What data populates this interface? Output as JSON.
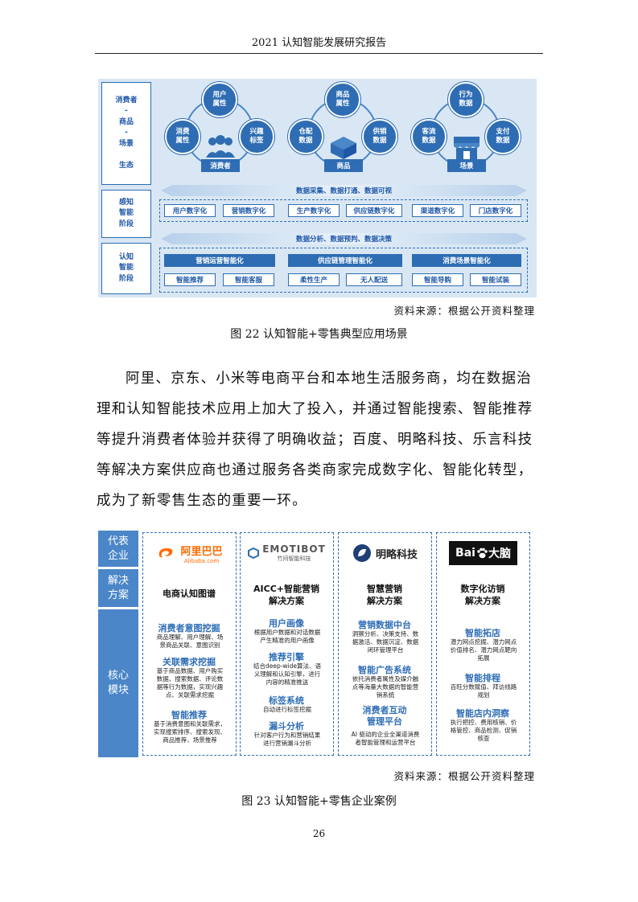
{
  "header": {
    "title": "2021 认知智能发展研究报告"
  },
  "figure22": {
    "side_labels": [
      "消费者\n-\n商品\n-\n场景\n\n生态",
      "感知\n智能\n阶段",
      "认知\n智能\n阶段"
    ],
    "groups": [
      {
        "bubbles": [
          "用户\n属性",
          "消费\n属性",
          "兴趣\n标签"
        ],
        "center": "消费者"
      },
      {
        "bubbles": [
          "商品\n属性",
          "仓配\n数据",
          "供销\n数据"
        ],
        "center": "商品"
      },
      {
        "bubbles": [
          "行为\n数据",
          "客流\n数据",
          "支付\n数据"
        ],
        "center": "场景"
      }
    ],
    "band1": "数据采集、数据打通、数据可视",
    "perception_chips": [
      "用户数字化",
      "营销数字化",
      "生产数字化",
      "供应链数字化",
      "渠道数字化",
      "门店数字化"
    ],
    "band2": "数据分析、数据预判、数据决策",
    "cognition_bars": [
      "营销运营智能化",
      "供应链管理智能化",
      "消费场景智能化"
    ],
    "cognition_chips": [
      "智能推荐",
      "智能客服",
      "柔性生产",
      "无人配送",
      "智能导购",
      "智能试装"
    ],
    "source": "资料来源：根据公开资料整理",
    "caption": "图 22 认知智能+零售典型应用场景"
  },
  "paragraph": {
    "lines": [
      "阿里、京东、小米等电商平台和本地生活服务商，均在数据治",
      "理和认知智能技术应用上加大了投入，并通过智能搜索、智能推荐",
      "等提升消费者体验并获得了明确收益；百度、明略科技、乐言科技",
      "等解决方案供应商也通过服务各类商家完成数字化、智能化转型，",
      "成为了新零售生态的重要一环。"
    ]
  },
  "figure23": {
    "left_labels": [
      "代表\n企业",
      "解决\n方案",
      "核心\n模块"
    ],
    "cards": [
      {
        "logo_main": "阿里巴巴",
        "logo_sub": "Alibaba.com",
        "title": "电商认知图谱",
        "modules": [
          {
            "name": "消费者意图挖掘",
            "desc": "商品理解、用户理解、场\n景商品关联、意图识别"
          },
          {
            "name": "关联需求挖掘",
            "desc": "基于商品数据、用户购买\n数据、搜索数据、评论数\n据等行为数据，实现兴趣\n点、关联需求挖掘"
          },
          {
            "name": "智能推荐",
            "desc": "基于消费意图和关联需求，\n实现搜索排序、搜索发现、\n商品推荐、场景推荐"
          }
        ]
      },
      {
        "logo_main": "EMOTIBOT",
        "logo_sub": "竹间智能科技",
        "title": "AICC+智能营销\n解决方案",
        "modules": [
          {
            "name": "用户画像",
            "desc": "根据用户数据和对话数据\n产生精准的用户画像"
          },
          {
            "name": "推荐引擎",
            "desc": "结合deep-wide算法、语\n义理解和认知引擎，进行\n内容的精准推送"
          },
          {
            "name": "标签系统",
            "desc": "自动进行标签挖掘"
          },
          {
            "name": "漏斗分析",
            "desc": "针对客户行为和营销结果\n进行营销漏斗分析"
          }
        ]
      },
      {
        "logo_main": "明略科技",
        "logo_sub": "",
        "title": "智慧营销\n解决方案",
        "modules": [
          {
            "name": "营销数据中台",
            "desc": "洞察分析、决策支持、数\n据激活、数据沉淀、数据\n闭环管理平台"
          },
          {
            "name": "智能广告系统",
            "desc": "依托消费者属性及媒介触\n点等海量大数据的智能营\n销系统"
          },
          {
            "name": "消费者互动\n管理平台",
            "desc": "AI 驱动的企业全渠道消费\n者智能管理和运营平台"
          }
        ]
      },
      {
        "logo_main": "Bai",
        "logo_sub": "大脑",
        "title": "数字化访销\n解决方案",
        "modules": [
          {
            "name": "智能拓店",
            "desc": "潜力网点挖掘、潜力网点\n价值排名、潜力网点靶向\n拓展"
          },
          {
            "name": "智能排程",
            "desc": "百旺分数赋值、拜访线路\n规划"
          },
          {
            "name": "智能店内洞察",
            "desc": "执行把控、费用核销、价\n格管控、商品检测、促销\n核查"
          }
        ]
      }
    ],
    "source": "资料来源：根据公开资料整理",
    "caption": "图 23 认知智能+零售企业案例"
  },
  "page_number": "26",
  "colors": {
    "accent": "#2e6db4",
    "panel": "#d9e7f4"
  }
}
